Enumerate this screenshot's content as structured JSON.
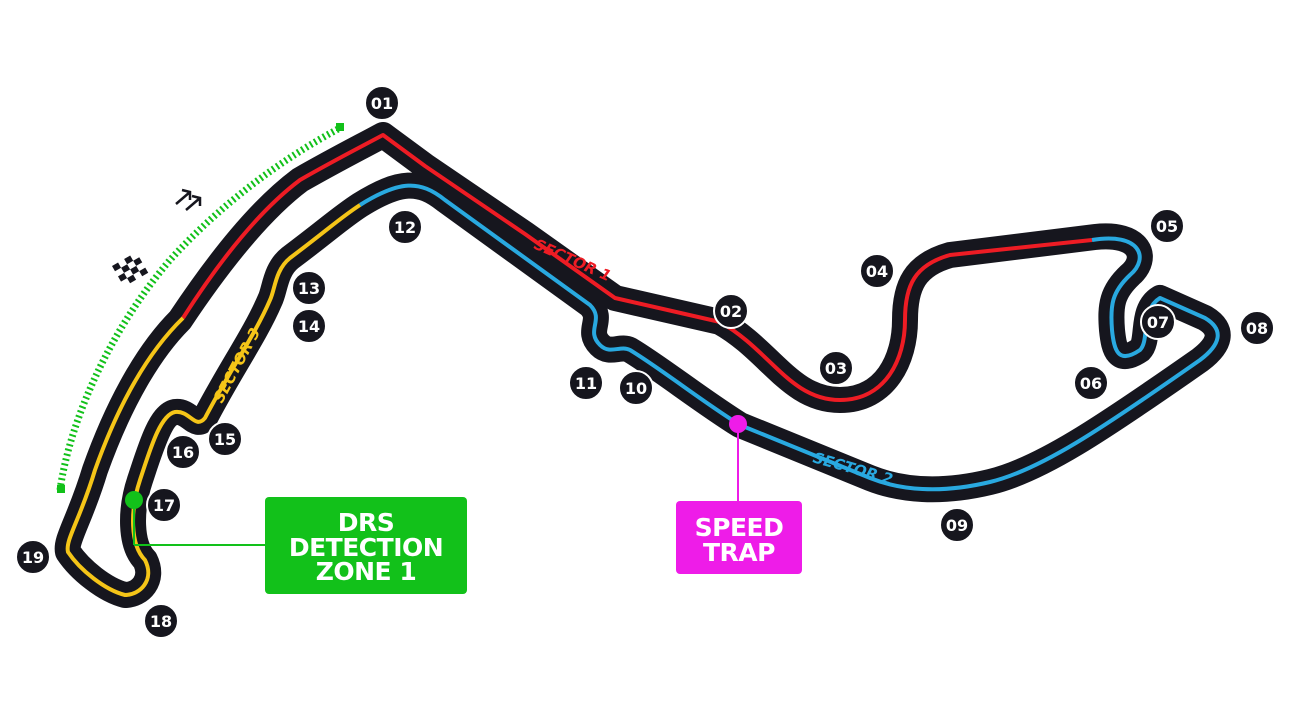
{
  "colors": {
    "track": "#16161e",
    "sector_1": "#ee1c24",
    "sector_2": "#29a9e0",
    "sector_3": "#f5c518",
    "drs": "#12c11a",
    "speed_trap": "#ee1ce8",
    "turn_badge": "#16161e",
    "text_on_badge": "#ffffff"
  },
  "sectors": [
    {
      "label": "SECTOR 1",
      "color_key": "sector_1"
    },
    {
      "label": "SECTOR 2",
      "color_key": "sector_2"
    },
    {
      "label": "SECTOR 3",
      "color_key": "sector_3"
    }
  ],
  "turns": [
    "01",
    "02",
    "03",
    "04",
    "05",
    "06",
    "07",
    "08",
    "09",
    "10",
    "11",
    "12",
    "13",
    "14",
    "15",
    "16",
    "17",
    "18",
    "19"
  ],
  "drs_detection": {
    "lines": [
      "DRS",
      "DETECTION",
      "ZONE 1"
    ]
  },
  "speed_trap": {
    "lines": [
      "SPEED",
      "TRAP"
    ]
  },
  "icons": [
    "chequered-flag-icon",
    "race-direction-icon"
  ]
}
